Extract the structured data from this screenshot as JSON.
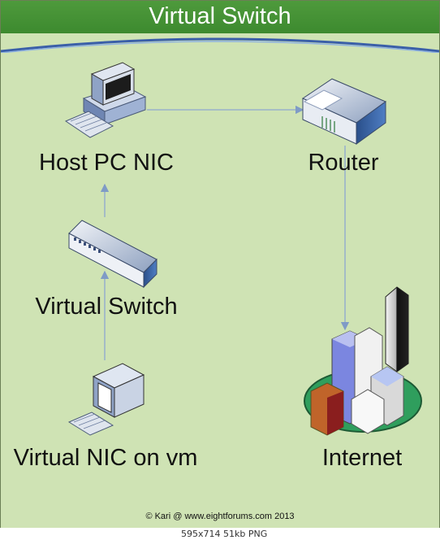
{
  "title": "Virtual Switch",
  "nodes": {
    "host_pc": "Host PC NIC",
    "router": "Router",
    "virtual_switch": "Virtual Switch",
    "virtual_nic": "Virtual NIC on vm",
    "internet": "Internet"
  },
  "icons": {
    "host_pc": "desktop-computer-icon",
    "router": "router-icon",
    "virtual_switch": "network-switch-icon",
    "virtual_nic": "workstation-icon",
    "internet": "city-buildings-icon"
  },
  "colors": {
    "background": "#cfe3b4",
    "header": "#4e9a3c",
    "connector": "#8ea7cf"
  },
  "copyright": "© Kari @ www.eightforums.com 2013",
  "status": "595x714  51kb  PNG"
}
